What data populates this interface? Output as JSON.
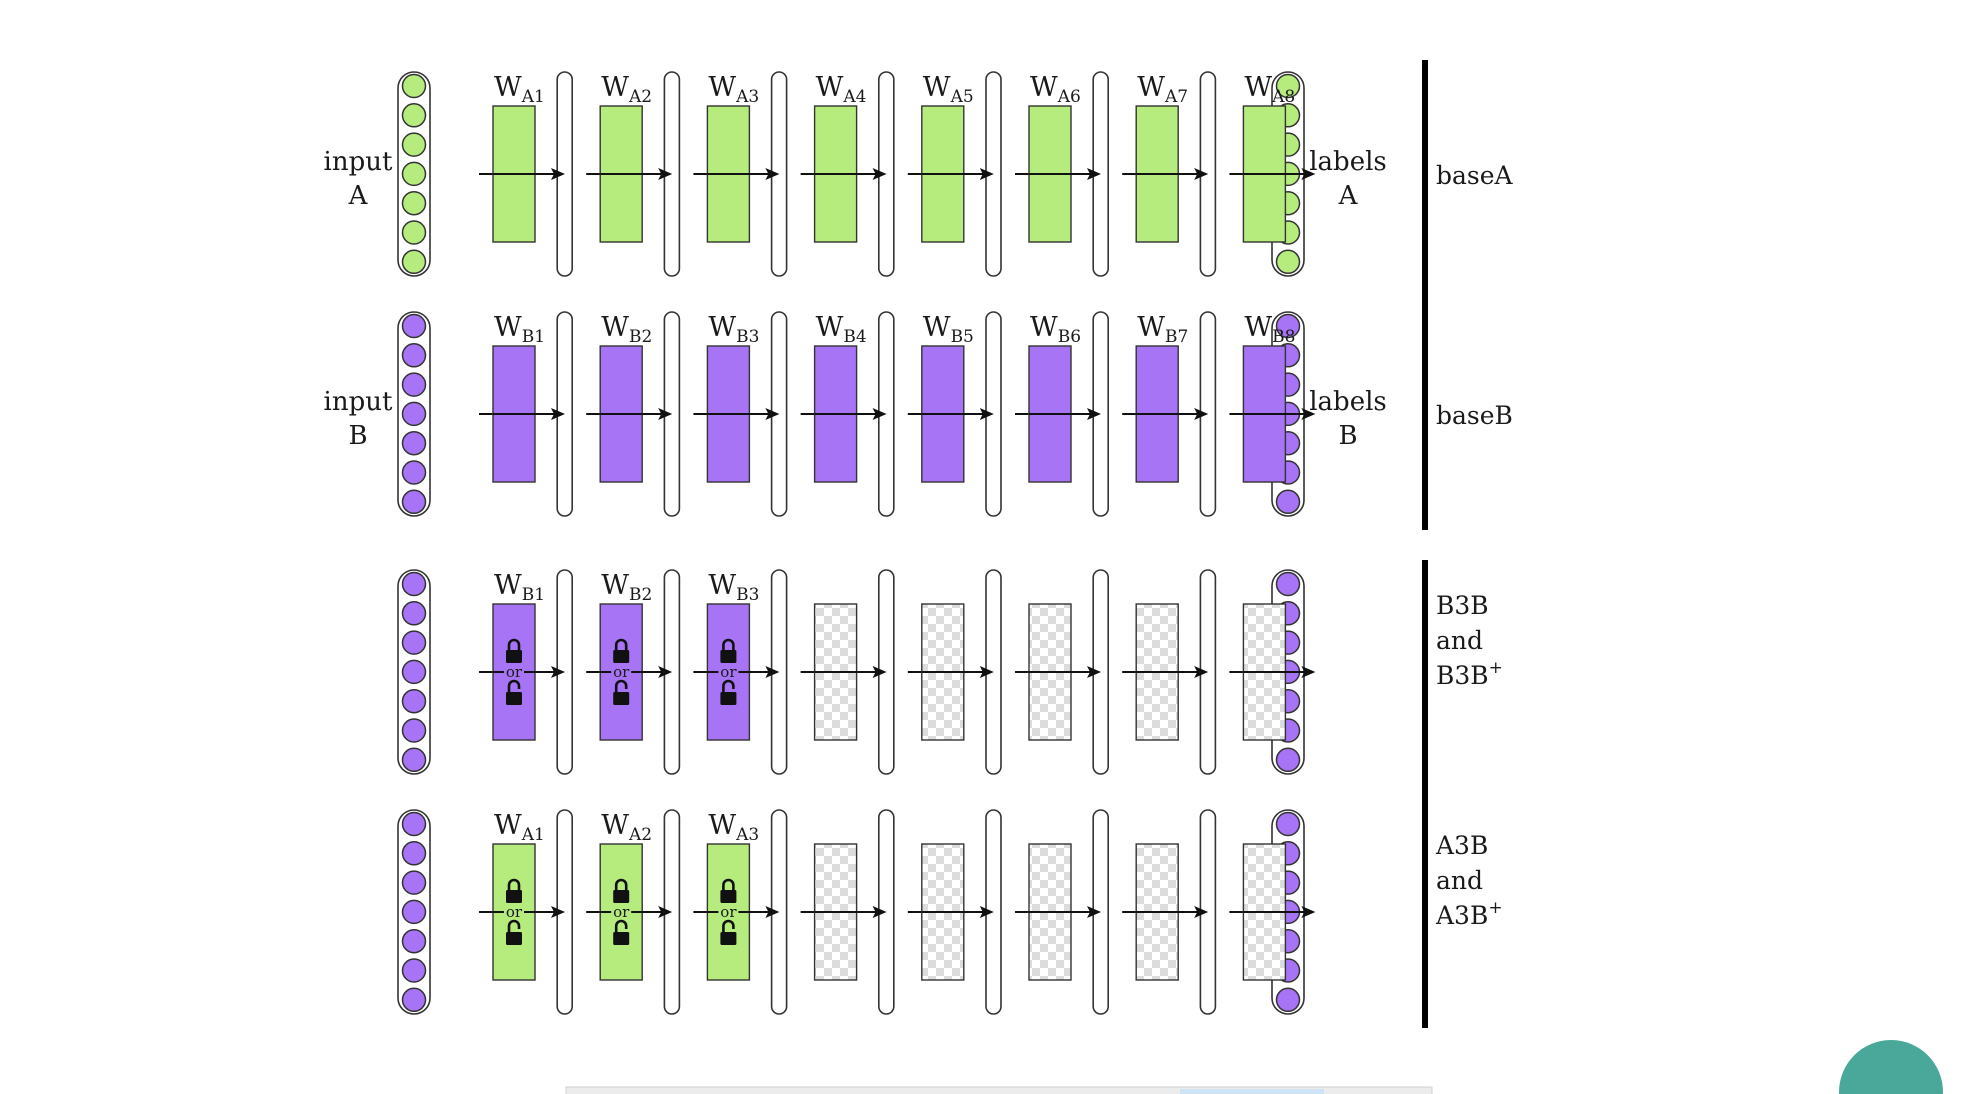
{
  "colors": {
    "green": "#b6ec7e",
    "purple": "#a774f5",
    "teal_button": "#4aa89a",
    "checker_light": "#ffffff",
    "checker_dark": "#dcdcdc"
  },
  "rows": [
    {
      "left_label": [
        "input",
        "A"
      ],
      "right_label": [
        "labels",
        "A"
      ],
      "node_color": "green",
      "weights": [
        {
          "base": "W",
          "sub": "A1",
          "fill": "green",
          "lock": false
        },
        {
          "base": "W",
          "sub": "A2",
          "fill": "green",
          "lock": false
        },
        {
          "base": "W",
          "sub": "A3",
          "fill": "green",
          "lock": false
        },
        {
          "base": "W",
          "sub": "A4",
          "fill": "green",
          "lock": false
        },
        {
          "base": "W",
          "sub": "A5",
          "fill": "green",
          "lock": false
        },
        {
          "base": "W",
          "sub": "A6",
          "fill": "green",
          "lock": false
        },
        {
          "base": "W",
          "sub": "A7",
          "fill": "green",
          "lock": false
        },
        {
          "base": "W",
          "sub": "A8",
          "fill": "green",
          "lock": false
        }
      ]
    },
    {
      "left_label": [
        "input",
        "B"
      ],
      "right_label": [
        "labels",
        "B"
      ],
      "node_color": "purple",
      "weights": [
        {
          "base": "W",
          "sub": "B1",
          "fill": "purple",
          "lock": false
        },
        {
          "base": "W",
          "sub": "B2",
          "fill": "purple",
          "lock": false
        },
        {
          "base": "W",
          "sub": "B3",
          "fill": "purple",
          "lock": false
        },
        {
          "base": "W",
          "sub": "B4",
          "fill": "purple",
          "lock": false
        },
        {
          "base": "W",
          "sub": "B5",
          "fill": "purple",
          "lock": false
        },
        {
          "base": "W",
          "sub": "B6",
          "fill": "purple",
          "lock": false
        },
        {
          "base": "W",
          "sub": "B7",
          "fill": "purple",
          "lock": false
        },
        {
          "base": "W",
          "sub": "B8",
          "fill": "purple",
          "lock": false
        }
      ]
    },
    {
      "left_label": [],
      "right_label": [],
      "node_color": "purple",
      "weights": [
        {
          "base": "W",
          "sub": "B1",
          "fill": "purple",
          "lock": true
        },
        {
          "base": "W",
          "sub": "B2",
          "fill": "purple",
          "lock": true
        },
        {
          "base": "W",
          "sub": "B3",
          "fill": "purple",
          "lock": true
        },
        {
          "base": "",
          "sub": "",
          "fill": "checker",
          "lock": false
        },
        {
          "base": "",
          "sub": "",
          "fill": "checker",
          "lock": false
        },
        {
          "base": "",
          "sub": "",
          "fill": "checker",
          "lock": false
        },
        {
          "base": "",
          "sub": "",
          "fill": "checker",
          "lock": false
        },
        {
          "base": "",
          "sub": "",
          "fill": "checker",
          "lock": false
        }
      ]
    },
    {
      "left_label": [],
      "right_label": [],
      "node_color": "purple",
      "weights": [
        {
          "base": "W",
          "sub": "A1",
          "fill": "green",
          "lock": true
        },
        {
          "base": "W",
          "sub": "A2",
          "fill": "green",
          "lock": true
        },
        {
          "base": "W",
          "sub": "A3",
          "fill": "green",
          "lock": true
        },
        {
          "base": "",
          "sub": "",
          "fill": "checker",
          "lock": false
        },
        {
          "base": "",
          "sub": "",
          "fill": "checker",
          "lock": false
        },
        {
          "base": "",
          "sub": "",
          "fill": "checker",
          "lock": false
        },
        {
          "base": "",
          "sub": "",
          "fill": "checker",
          "lock": false
        },
        {
          "base": "",
          "sub": "",
          "fill": "checker",
          "lock": false
        }
      ]
    }
  ],
  "or_text": "or",
  "groups": [
    {
      "lines": [
        "baseA"
      ]
    },
    {
      "lines": [
        "baseB"
      ]
    },
    {
      "lines": [
        "B3B",
        "and",
        "B3B"
      ],
      "plus_on_last": true
    },
    {
      "lines": [
        "A3B",
        "and",
        "A3B"
      ],
      "plus_on_last": true
    }
  ],
  "plus_sign": "+"
}
